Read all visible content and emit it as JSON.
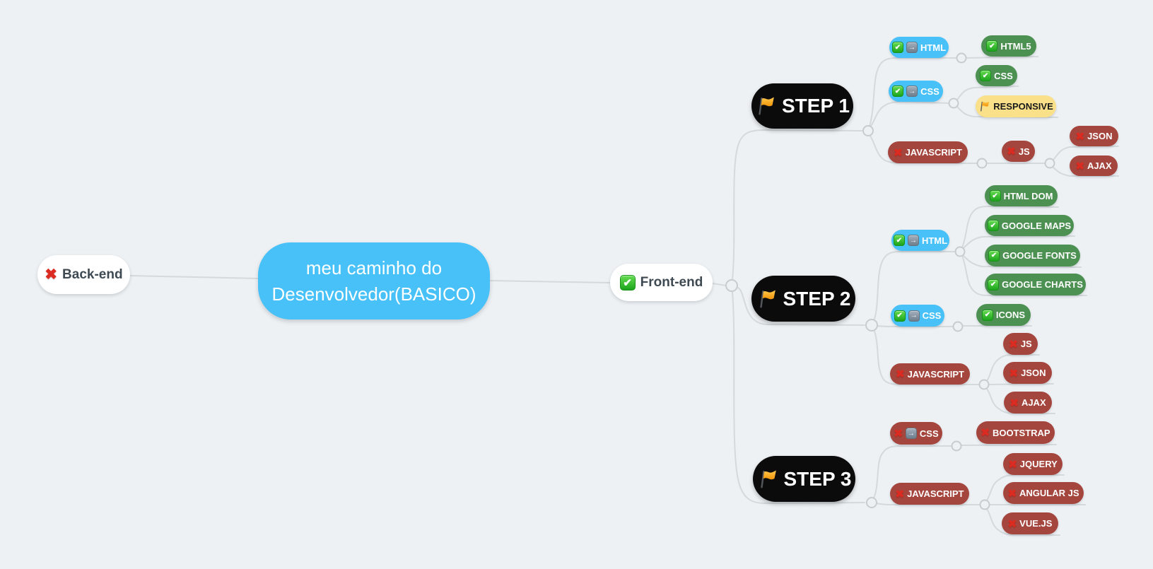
{
  "palette": {
    "background": "#EDF1F4",
    "line": "#D4D9DC",
    "junction_stroke": "#C7CCD1",
    "blue": "#47C1F7",
    "green": "#4C9152",
    "red": "#A5463E",
    "yellow": "#FAE088",
    "black": "#0B0B0C",
    "white": "#FFFFFF",
    "dark_text": "#3E4952",
    "cross_red": "#DC2B21",
    "check_green": "#1CA41C",
    "arrow_slate": "#7D8B99",
    "flag_orange": "#F5A318"
  },
  "icons_legend": [
    "check-icon",
    "cross-icon",
    "arrow-icon",
    "flag-icon"
  ],
  "nodes": [
    {
      "id": "backend",
      "label": "Back-end",
      "style": "white",
      "icons": [
        "cross"
      ]
    },
    {
      "id": "central",
      "label": "meu caminho do Desenvolvedor(BASICO)",
      "style": "central",
      "icons": []
    },
    {
      "id": "frontend",
      "label": "Front-end",
      "style": "white",
      "icons": [
        "check"
      ]
    },
    {
      "id": "step1",
      "label": "STEP 1",
      "style": "black",
      "icons": [
        "flag"
      ]
    },
    {
      "id": "s1_html",
      "label": "HTML",
      "style": "blue",
      "icons": [
        "check",
        "arrow"
      ]
    },
    {
      "id": "s1_html5",
      "label": "HTML5",
      "style": "green",
      "icons": [
        "check"
      ]
    },
    {
      "id": "s1_css",
      "label": "CSS",
      "style": "blue",
      "icons": [
        "check",
        "arrow"
      ]
    },
    {
      "id": "s1_css_done",
      "label": "CSS",
      "style": "green",
      "icons": [
        "check"
      ]
    },
    {
      "id": "s1_responsive",
      "label": "RESPONSIVE",
      "style": "yellow",
      "icons": [
        "flag"
      ]
    },
    {
      "id": "s1_javascript",
      "label": "JAVASCRIPT",
      "style": "red",
      "icons": [
        "cross"
      ]
    },
    {
      "id": "s1_js",
      "label": "JS",
      "style": "red",
      "icons": [
        "cross"
      ]
    },
    {
      "id": "s1_json",
      "label": "JSON",
      "style": "red",
      "icons": [
        "cross"
      ]
    },
    {
      "id": "s1_ajax",
      "label": "AJAX",
      "style": "red",
      "icons": [
        "cross"
      ]
    },
    {
      "id": "step2",
      "label": "STEP 2",
      "style": "black",
      "icons": [
        "flag"
      ]
    },
    {
      "id": "s2_html",
      "label": "HTML",
      "style": "blue",
      "icons": [
        "check",
        "arrow"
      ]
    },
    {
      "id": "s2_htmldom",
      "label": "HTML DOM",
      "style": "green",
      "icons": [
        "check"
      ]
    },
    {
      "id": "s2_gmaps",
      "label": "GOOGLE MAPS",
      "style": "green",
      "icons": [
        "check"
      ]
    },
    {
      "id": "s2_gfonts",
      "label": "GOOGLE FONTS",
      "style": "green",
      "icons": [
        "check"
      ]
    },
    {
      "id": "s2_gcharts",
      "label": "GOOGLE CHARTS",
      "style": "green",
      "icons": [
        "check"
      ]
    },
    {
      "id": "s2_css",
      "label": "CSS",
      "style": "blue",
      "icons": [
        "check",
        "arrow"
      ]
    },
    {
      "id": "s2_icons",
      "label": "ICONS",
      "style": "green",
      "icons": [
        "check"
      ]
    },
    {
      "id": "s2_javascript",
      "label": "JAVASCRIPT",
      "style": "red",
      "icons": [
        "cross"
      ]
    },
    {
      "id": "s2_js",
      "label": "JS",
      "style": "red",
      "icons": [
        "cross"
      ]
    },
    {
      "id": "s2_json",
      "label": "JSON",
      "style": "red",
      "icons": [
        "cross"
      ]
    },
    {
      "id": "s2_ajax",
      "label": "AJAX",
      "style": "red",
      "icons": [
        "cross"
      ]
    },
    {
      "id": "step3",
      "label": "STEP 3",
      "style": "black",
      "icons": [
        "flag"
      ]
    },
    {
      "id": "s3_css",
      "label": "CSS",
      "style": "red",
      "icons": [
        "cross",
        "arrow"
      ]
    },
    {
      "id": "s3_bootstrap",
      "label": "BOOTSTRAP",
      "style": "red",
      "icons": [
        "cross"
      ]
    },
    {
      "id": "s3_javascript",
      "label": "JAVASCRIPT",
      "style": "red",
      "icons": [
        "cross"
      ]
    },
    {
      "id": "s3_jquery",
      "label": "JQUERY",
      "style": "red",
      "icons": [
        "cross"
      ]
    },
    {
      "id": "s3_angular",
      "label": "ANGULAR JS",
      "style": "red",
      "icons": [
        "cross"
      ]
    },
    {
      "id": "s3_vuejs",
      "label": "VUE.JS",
      "style": "red",
      "icons": [
        "cross"
      ]
    }
  ]
}
